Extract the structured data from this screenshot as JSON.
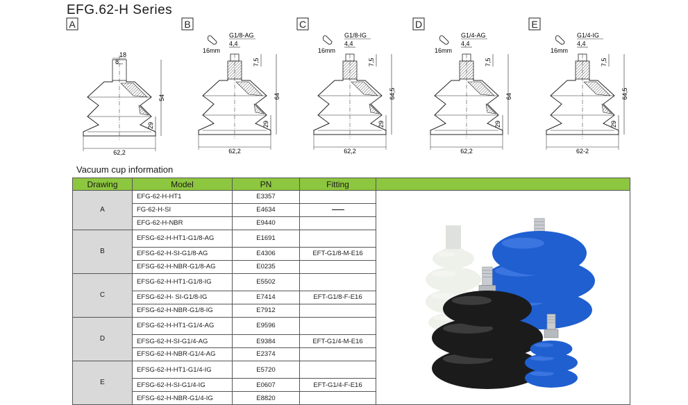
{
  "title": "EFG.62-H Series",
  "drawings": [
    {
      "letter": "A",
      "thread": "",
      "wrench": "",
      "pitch": "",
      "width_top": "18",
      "width_inner": "8",
      "height": "54",
      "lower": "29",
      "diameter": "62,2"
    },
    {
      "letter": "B",
      "thread": "G1/8-AG",
      "wrench": "16mm",
      "pitch": "4,4",
      "height_top": "7,5",
      "height": "64",
      "lower": "29",
      "diameter": "62,2"
    },
    {
      "letter": "C",
      "thread": "G1/8-IG",
      "wrench": "16mm",
      "pitch": "4,4",
      "height_top": "7,5",
      "height": "64,5",
      "lower": "29",
      "diameter": "62,2"
    },
    {
      "letter": "D",
      "thread": "G1/4-AG",
      "wrench": "16mm",
      "pitch": "4,4",
      "height_top": "7,5",
      "height": "64",
      "lower": "29",
      "diameter": "62,2"
    },
    {
      "letter": "E",
      "thread": "G1/4-IG",
      "wrench": "16mm",
      "pitch": "4,4",
      "height_top": "7,5",
      "height": "64,5",
      "lower": "29",
      "diameter": "62-2"
    }
  ],
  "info_title": "Vacuum cup information",
  "table": {
    "headers": [
      "Drawing",
      "Model",
      "PN",
      "Fitting"
    ],
    "groups": [
      {
        "drawing": "A",
        "fitting": "—",
        "rows": [
          {
            "model": "EFG-62-H-HT1",
            "pn": "E3357"
          },
          {
            "model": "FG-62-H-SI",
            "pn": "E4634"
          },
          {
            "model": "EFG-62-H-NBR",
            "pn": "E9440"
          }
        ]
      },
      {
        "drawing": "B",
        "fitting": "EFT-G1/8-M-E16",
        "rows": [
          {
            "model": "EFSG-62-H-HT1-G1/8-AG",
            "pn": "E1691"
          },
          {
            "model": "EFSG-62-H-SI-G1/8-AG",
            "pn": "E4306"
          },
          {
            "model": "EFSG-62-H-NBR-G1/8-AG",
            "pn": "E0235"
          }
        ]
      },
      {
        "drawing": "C",
        "fitting": "EFT-G1/8-F-E16",
        "rows": [
          {
            "model": "EFSG-62-H-HT1-G1/8-IG",
            "pn": "E5502"
          },
          {
            "model": "EFSG-62-H- SI-G1/8-IG",
            "pn": "E7414"
          },
          {
            "model": "EFSG-62-H-NBR-G1/8-IG",
            "pn": "E7912"
          }
        ]
      },
      {
        "drawing": "D",
        "fitting": "EFT-G1/4-M-E16",
        "rows": [
          {
            "model": "EFSG-62-H-HT1-G1/4-AG",
            "pn": "E9596"
          },
          {
            "model": "EFSG-62-H-SI-G1/4-AG",
            "pn": "E9384"
          },
          {
            "model": "EFSG-62-H-NBR-G1/4-AG",
            "pn": "E2374"
          }
        ]
      },
      {
        "drawing": "E",
        "fitting": "EFT-G1/4-F-E16",
        "rows": [
          {
            "model": "EFSG-62-H-HT1-G1/4-IG",
            "pn": "E5720"
          },
          {
            "model": "EFSG-62-H-SI-G1/4-IG",
            "pn": "E0607"
          },
          {
            "model": "EFSG-62-H-NBR-G1/4-IG",
            "pn": "E8820"
          }
        ]
      }
    ]
  },
  "colors": {
    "header_green": "#8dc63f",
    "group_gray": "#d9d9d9",
    "cup_blue": "#1f5fd0",
    "cup_black": "#1b1b1b",
    "cup_white": "#eef0ea"
  }
}
